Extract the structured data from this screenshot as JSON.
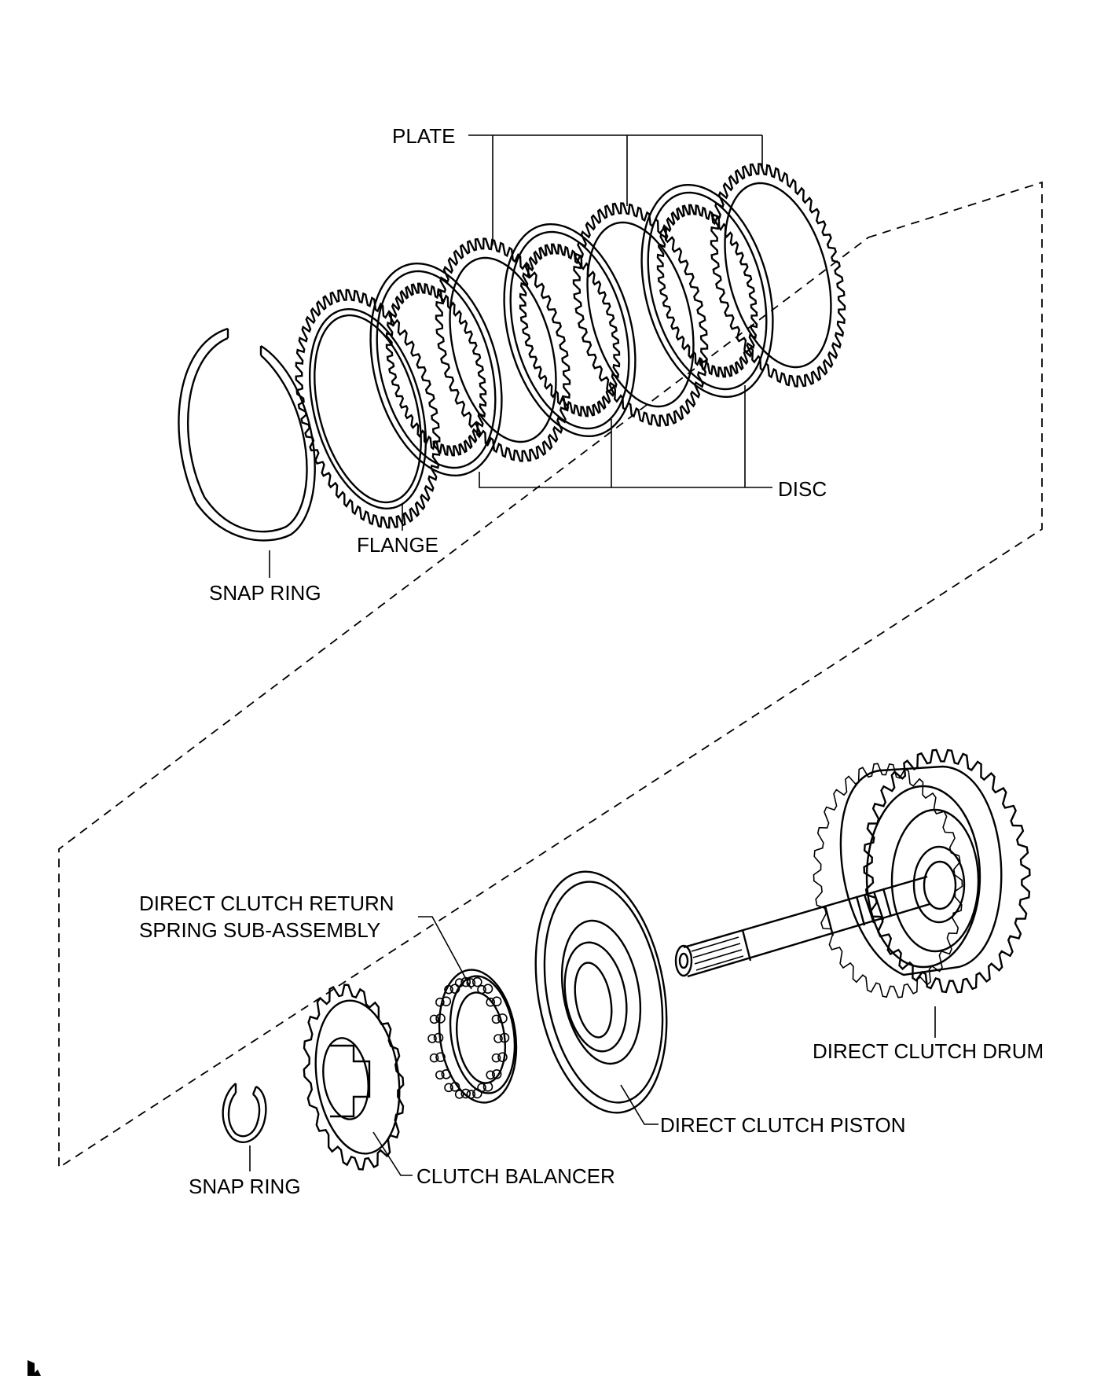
{
  "labels": {
    "plate": "PLATE",
    "disc": "DISC",
    "flange": "FLANGE",
    "snap_ring_top": "SNAP RING",
    "return_spring_line1": "DIRECT CLUTCH RETURN",
    "return_spring_line2": "SPRING SUB-ASSEMBLY",
    "direct_clutch_drum": "DIRECT CLUTCH DRUM",
    "direct_clutch_piston": "DIRECT CLUTCH PISTON",
    "clutch_balancer": "CLUTCH BALANCER",
    "snap_ring_bottom": "SNAP RING"
  }
}
